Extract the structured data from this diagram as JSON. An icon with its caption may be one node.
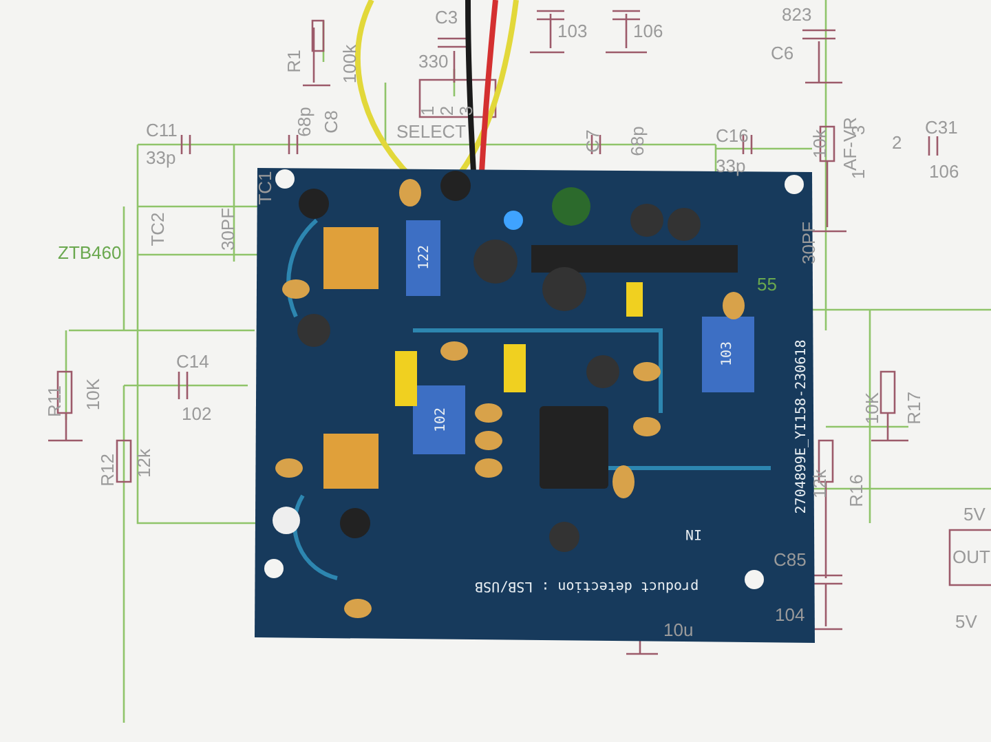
{
  "diagram": {
    "labels": [
      "R1",
      "100k",
      "C3",
      "330",
      "103",
      "106",
      "823",
      "C6",
      "1",
      "2",
      "3",
      "C11",
      "33p",
      "68p",
      "C8",
      "SELECT",
      "C7",
      "68p",
      "C16",
      "33p",
      "10k",
      "AF-VR",
      "3",
      "2",
      "1",
      "C31",
      "106",
      "TC2",
      "30PF",
      "TC1",
      "ZTB460",
      "30PF",
      "55",
      "R11",
      "10K",
      "C14",
      "102",
      "R12",
      "12k",
      "10K",
      "R17",
      "12k",
      "R16",
      "5V",
      "OUT",
      "5V",
      "C85",
      "104",
      "10u",
      "122",
      "102",
      "103",
      "2704899E_YI158-230618",
      "product detection : LSB/USB",
      "IN"
    ]
  }
}
